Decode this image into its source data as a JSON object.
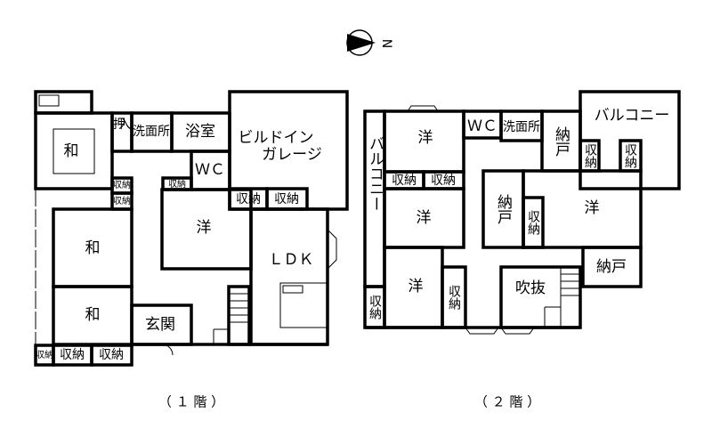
{
  "compass": {
    "label": "N"
  },
  "floor1": {
    "caption": "（ １ 階 ）",
    "rooms": {
      "washitsu1": "和",
      "oshiire": "押入",
      "senmenjo": "洗面所",
      "yokushitsu": "浴室",
      "garage_line1": "ビルドイン",
      "garage_line2": "ガレージ",
      "wc": "ＷＣ",
      "storage_small": "収納",
      "storage_g1": "収納",
      "storage_g2": "収納",
      "storage_l1": "収納",
      "storage_l2": "収納",
      "youshitsu": "洋",
      "ldk": "ＬＤＫ",
      "washitsu2": "和",
      "washitsu3": "和",
      "genkan": "玄関",
      "storage_b0": "収納",
      "storage_b1": "収納",
      "storage_b2": "収納"
    }
  },
  "floor2": {
    "caption": "（ ２ 階 ）",
    "rooms": {
      "balcony_left": "バルコニー",
      "you1": "洋",
      "storage_a": "収納",
      "storage_b": "収納",
      "you2": "洋",
      "you3": "洋",
      "storage_c": "収納",
      "storage_d": "収納",
      "wc": "ＷＣ",
      "senmenjo": "洗面所",
      "nando1": "納戸",
      "balcony_right": "バルコニー",
      "storage_e": "収納",
      "storage_f": "収納",
      "nando2": "納戸",
      "storage_g": "収納",
      "you4": "洋",
      "nando3": "納戸",
      "fukinuke": "吹抜"
    }
  }
}
